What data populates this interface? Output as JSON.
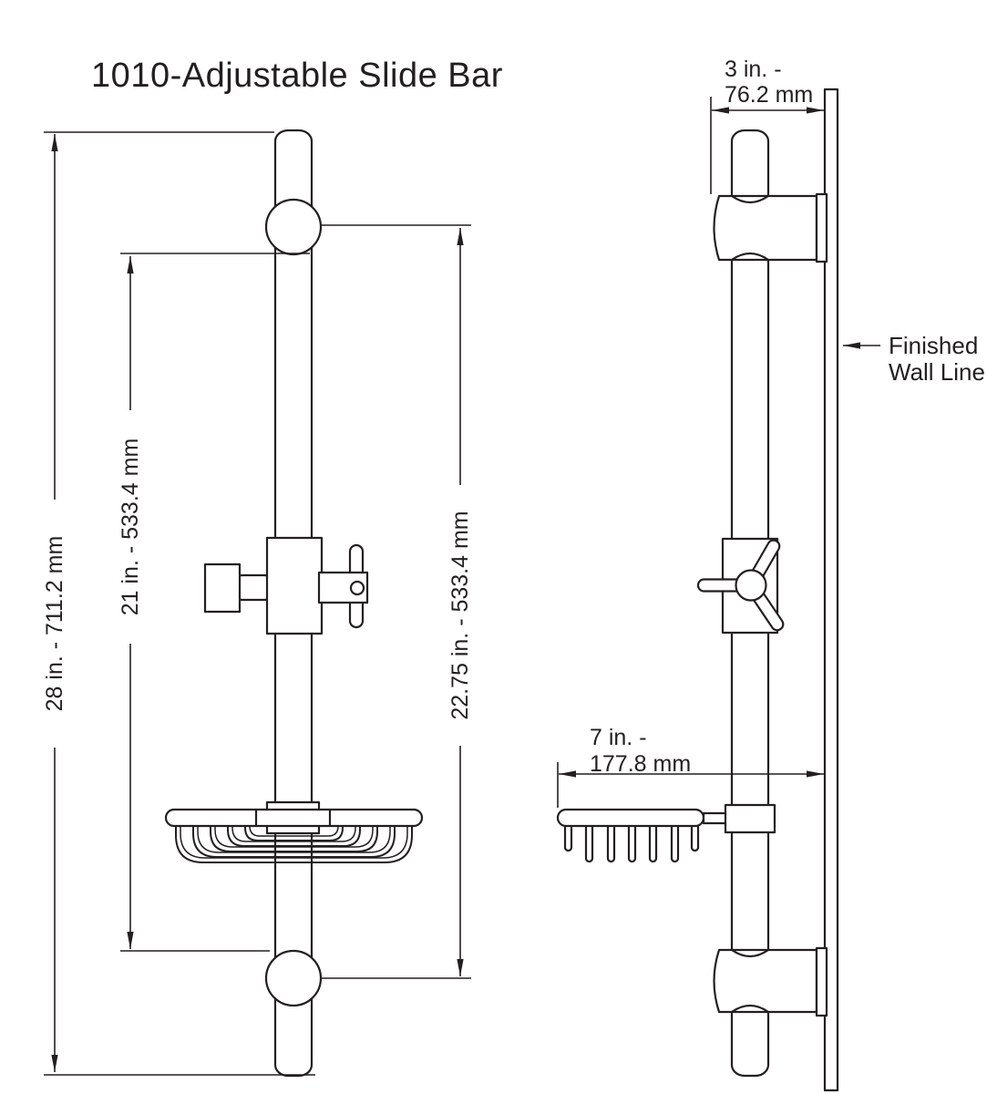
{
  "title": "1010-Adjustable Slide Bar",
  "colors": {
    "line": "#231f20",
    "background": "#ffffff"
  },
  "front_view": {
    "name": "front view",
    "dim_overall": "28 in. - 711.2 mm",
    "dim_between_mounts": "21 in. - 533.4 mm",
    "dim_mount_centers": "22.75 in. - 533.4 mm"
  },
  "side_view": {
    "name": "side view",
    "dim_depth_line1": "3 in. -",
    "dim_depth_line2": "76.2 mm",
    "dim_basket_line1": "7 in. -",
    "dim_basket_line2": "177.8 mm",
    "wall_note_line1": "Finished",
    "wall_note_line2": "Wall Line"
  }
}
